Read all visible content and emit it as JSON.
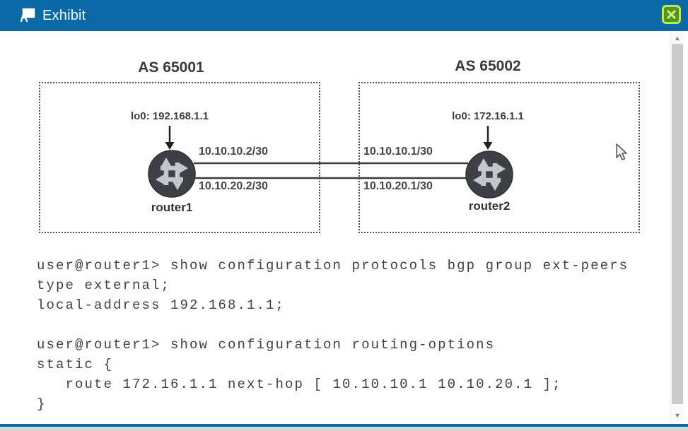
{
  "window": {
    "title": "Exhibit",
    "close_label": "close"
  },
  "colors": {
    "titlebar_blue": "#0a69a6",
    "close_button_green": "#4e9431",
    "close_button_border": "#bfe84e",
    "router_fill": "#3e4046",
    "router_arrows": "#c3c6ca",
    "diagram_text": "#3a3a3a",
    "terminal_text": "#414141"
  },
  "diagram": {
    "as_boxes": [
      {
        "label": "AS 65001",
        "router": {
          "name": "router1",
          "loopback": "lo0: 192.168.1.1"
        }
      },
      {
        "label": "AS 65002",
        "router": {
          "name": "router2",
          "loopback": "lo0: 172.16.1.1"
        }
      }
    ],
    "links": [
      {
        "left_label": "10.10.10.2/30",
        "right_label": "10.10.10.1/30"
      },
      {
        "left_label": "10.10.20.2/30",
        "right_label": "10.10.20.1/30"
      }
    ]
  },
  "terminal": {
    "block1": "user@router1> show configuration protocols bgp group ext-peers\ntype external;\nlocal-address 192.168.1.1;",
    "block2": "user@router1> show configuration routing-options\nstatic {\n   route 172.16.1.1 next-hop [ 10.10.10.1 10.10.20.1 ];\n}"
  },
  "scrollbar": {
    "up_glyph": "▲",
    "down_glyph": "▼"
  }
}
